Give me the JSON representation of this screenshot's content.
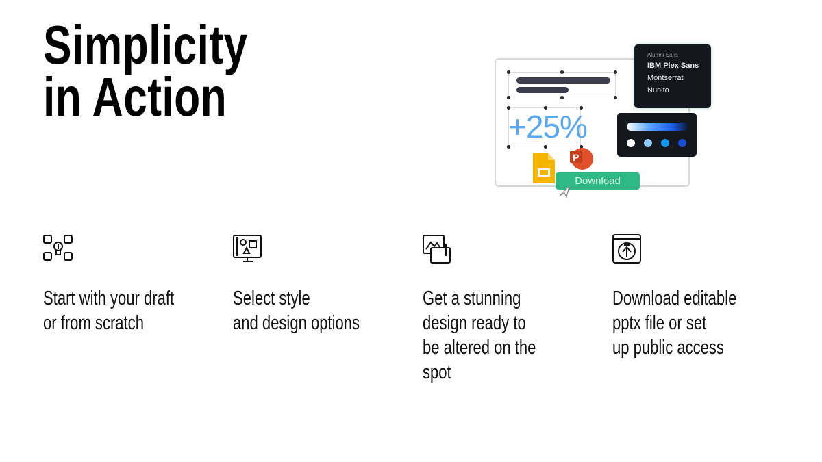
{
  "title": {
    "line1": "Simplicity",
    "line2": "in Action"
  },
  "illustration": {
    "font_list": {
      "label": "Alumni Sans",
      "items": [
        "IBM Plex Sans",
        "Montserrat",
        "Nunito"
      ]
    },
    "stat": "+25%",
    "download_label": "Download",
    "swatches": [
      "#ffffff",
      "#8cc8f2",
      "#1597f0",
      "#1b4fd0"
    ]
  },
  "steps": [
    {
      "icon": "idea-bubbles-icon",
      "lines": [
        "Start with your draft",
        "or from scratch"
      ]
    },
    {
      "icon": "design-monitor-icon",
      "lines": [
        "Select style",
        "and design options"
      ]
    },
    {
      "icon": "image-tablet-icon",
      "lines": [
        "Get a stunning",
        "design ready to",
        "be altered on the",
        "spot"
      ]
    },
    {
      "icon": "upload-page-icon",
      "lines": [
        "Download editable",
        "pptx file or set",
        "up public access"
      ]
    }
  ]
}
